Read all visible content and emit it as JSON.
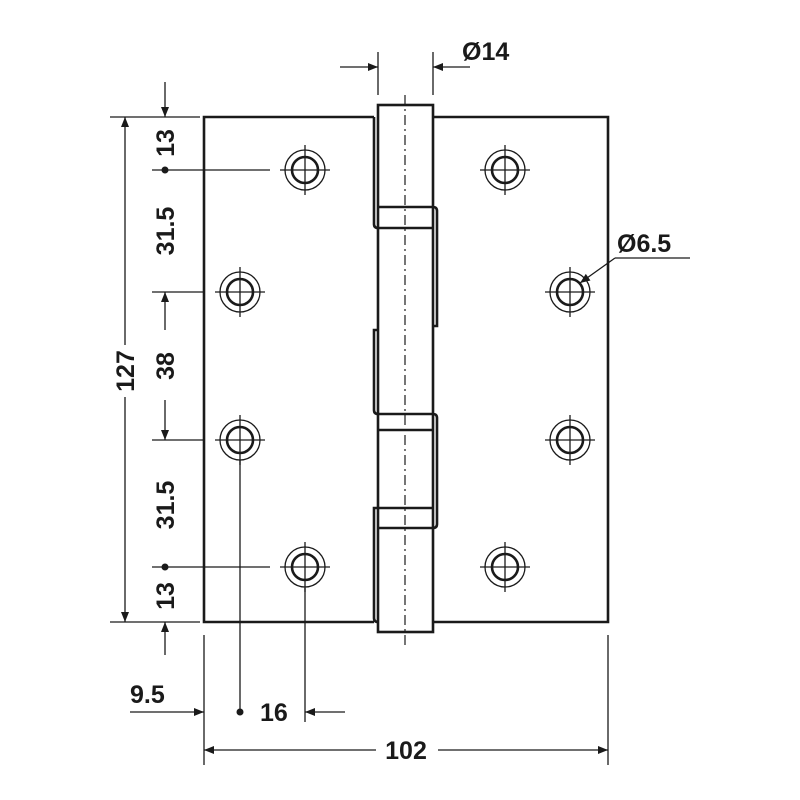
{
  "title": "Butt hinge dimension drawing",
  "dimensions": {
    "height_total": "127",
    "top_edge": "13",
    "upper_spacing": "31.5",
    "middle_spacing": "38",
    "lower_spacing": "31.5",
    "bottom_edge": "13",
    "knuckle_diameter": "Ø14",
    "hole_diameter": "Ø6.5",
    "side_edge": "9.5",
    "hole_offset": "16",
    "width_total": "102"
  },
  "colors": {
    "line": "#1a1a1a",
    "background": "#ffffff"
  }
}
